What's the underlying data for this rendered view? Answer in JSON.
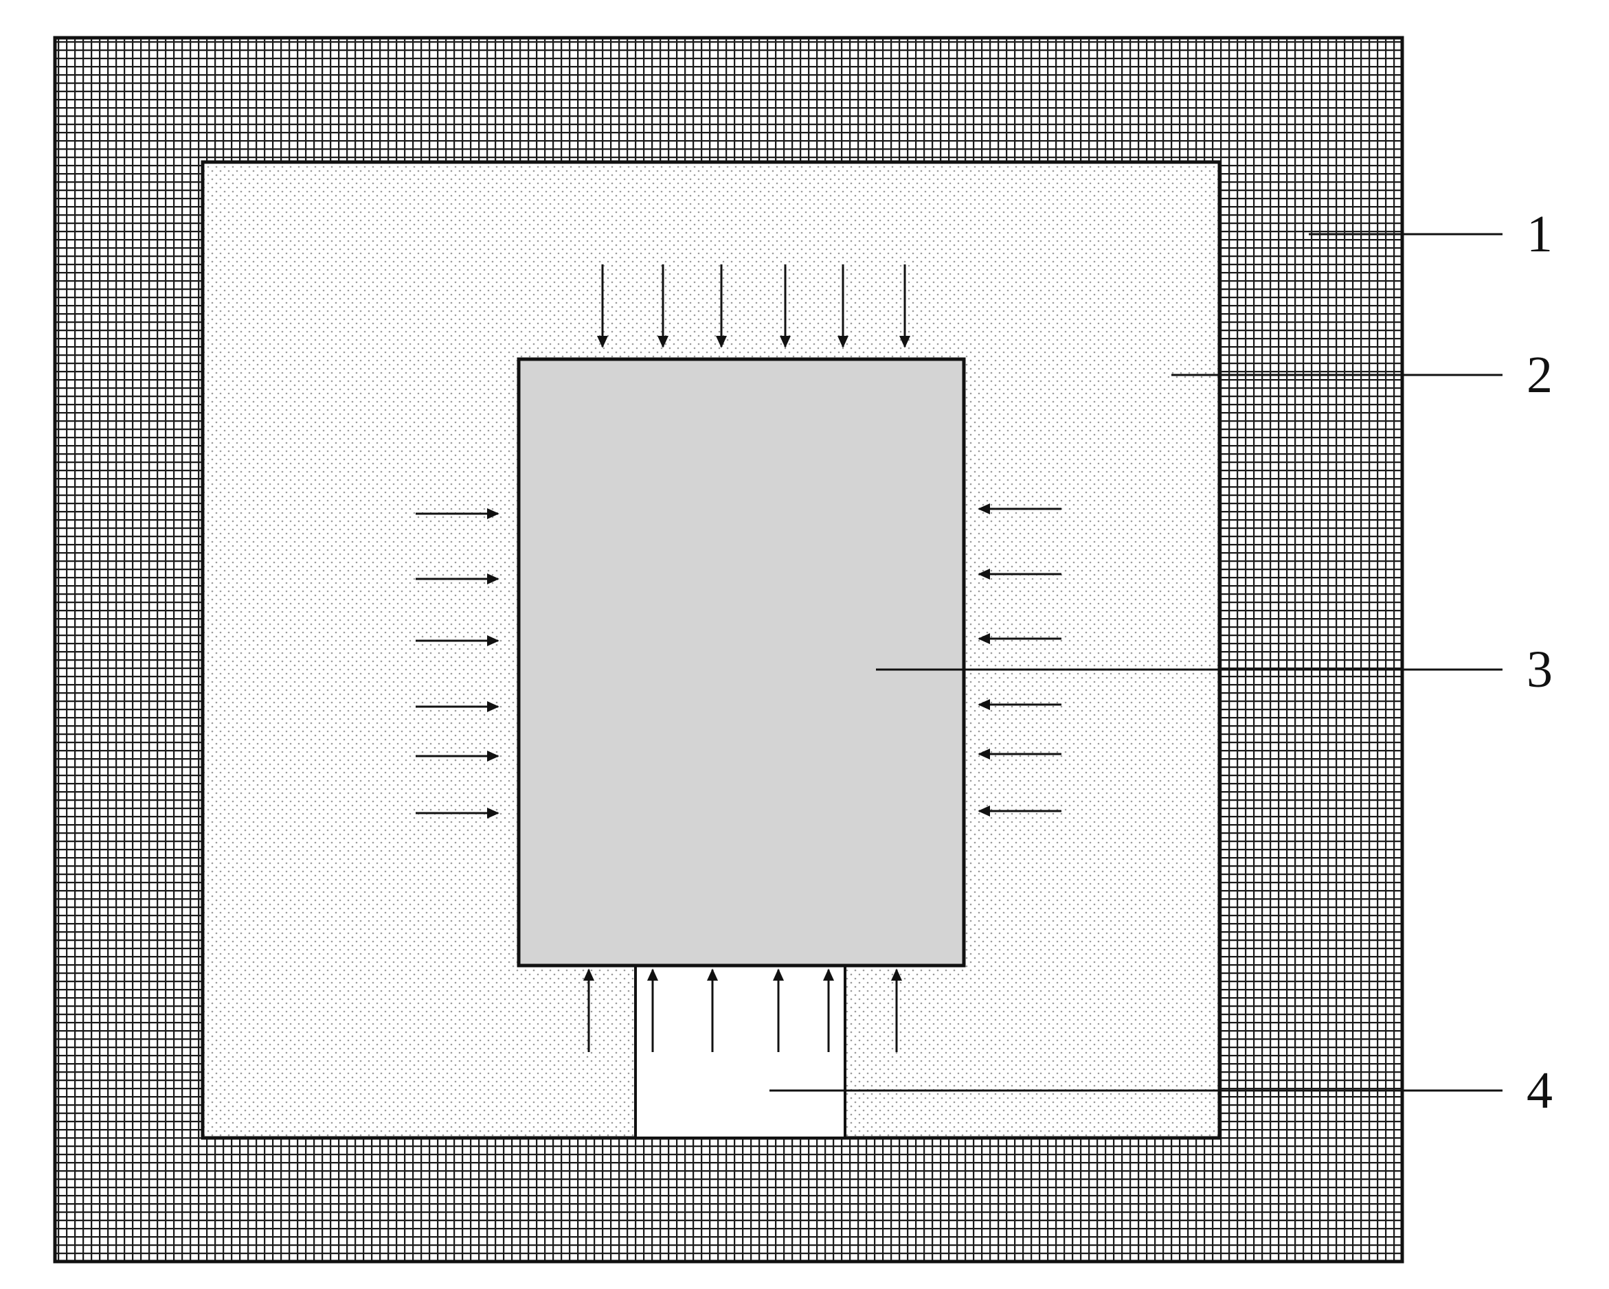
{
  "figure": {
    "regions": [
      {
        "id": "outer-mesh-frame",
        "callout": "1",
        "fill": "mesh-grid",
        "color": "#1a1a1a"
      },
      {
        "id": "dotted-medium",
        "callout": "2",
        "fill": "fine-dots",
        "color": "#9a9a9a"
      },
      {
        "id": "central-block",
        "callout": "3",
        "fill": "solid-gray",
        "color": "#d4d4d4"
      },
      {
        "id": "bottom-opening",
        "callout": "4",
        "fill": "white",
        "color": "#ffffff"
      }
    ],
    "arrows": {
      "top": {
        "direction": "down",
        "count": 6
      },
      "left": {
        "direction": "right",
        "count": 6
      },
      "right": {
        "direction": "left",
        "count": 6
      },
      "bottom": {
        "direction": "up",
        "count": 6
      }
    },
    "callouts": [
      "1",
      "2",
      "3",
      "4"
    ],
    "colors": {
      "stroke": "#111111",
      "mesh_line": "#1a1a1a",
      "dots": "#9a9a9a",
      "block": "#d4d4d4",
      "background": "#ffffff"
    }
  }
}
